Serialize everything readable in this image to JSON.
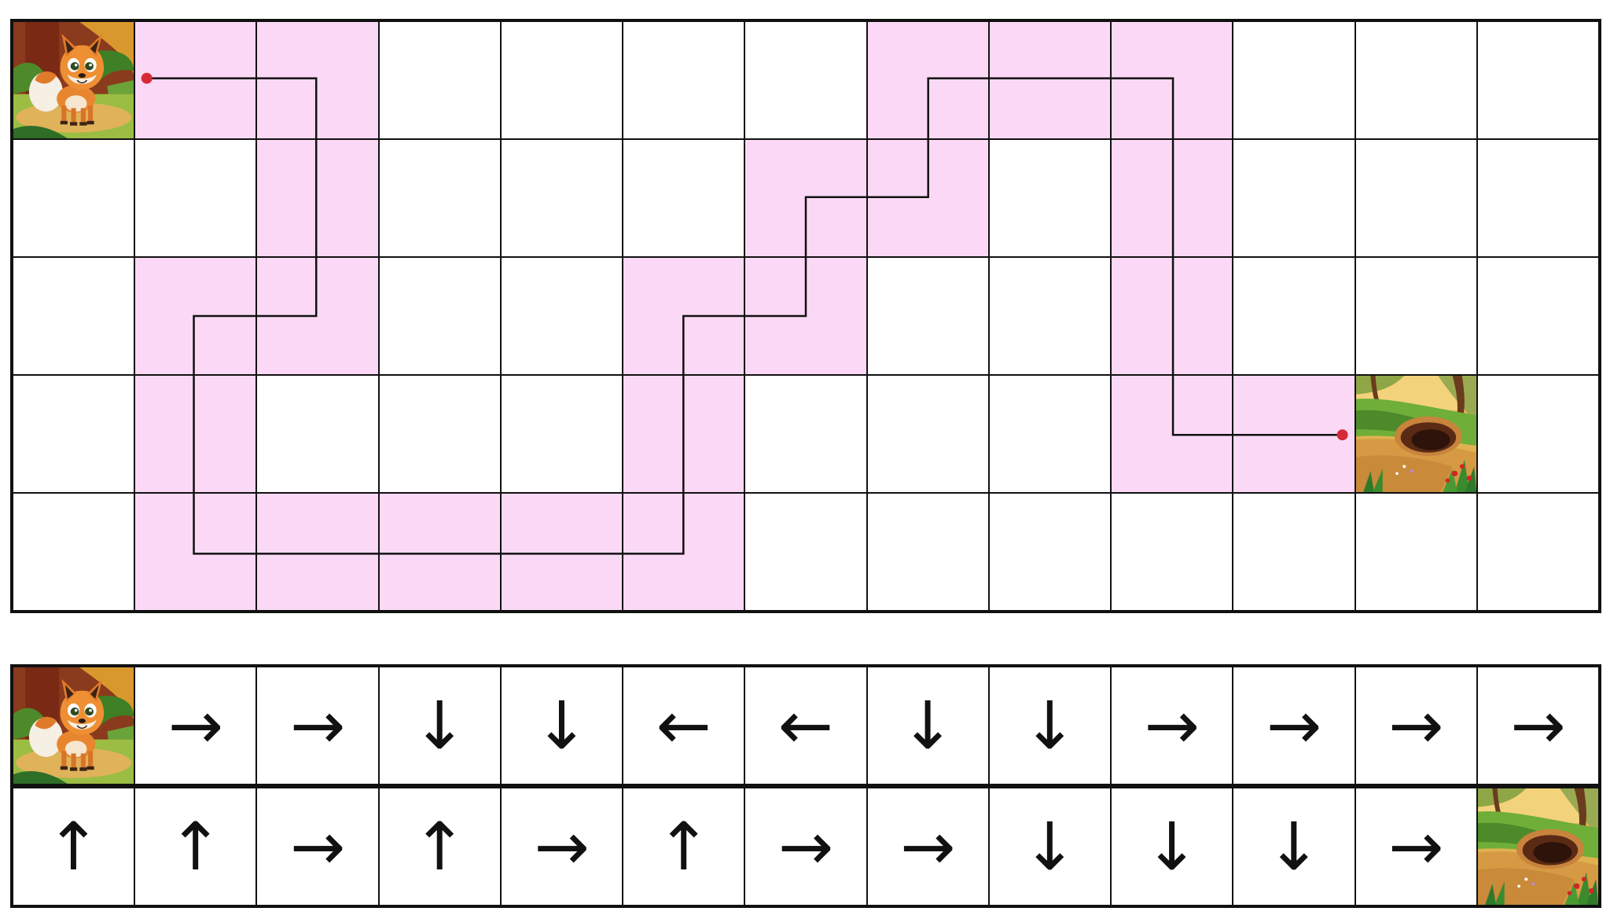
{
  "maze": {
    "cols": 13,
    "rows": 5,
    "start_cell": [
      0,
      0
    ],
    "goal_cell": [
      3,
      11
    ],
    "path": [
      [
        0,
        1
      ],
      [
        0,
        2
      ],
      [
        1,
        2
      ],
      [
        2,
        2
      ],
      [
        2,
        1
      ],
      [
        3,
        1
      ],
      [
        4,
        1
      ],
      [
        4,
        2
      ],
      [
        4,
        3
      ],
      [
        4,
        4
      ],
      [
        4,
        5
      ],
      [
        3,
        5
      ],
      [
        2,
        5
      ],
      [
        2,
        6
      ],
      [
        1,
        6
      ],
      [
        1,
        7
      ],
      [
        0,
        7
      ],
      [
        0,
        8
      ],
      [
        0,
        9
      ],
      [
        1,
        9
      ],
      [
        2,
        9
      ],
      [
        3,
        9
      ],
      [
        3,
        10
      ]
    ],
    "colors": {
      "path_highlight": "#fbd9f6",
      "route_line": "#111111",
      "endpoint_dot": "#d62a36",
      "grid_line": "#111111"
    },
    "start_image": "fox-character",
    "goal_image": "burrow-hole"
  },
  "answer_rows": [
    {
      "start_image": "fox-character",
      "arrows": [
        "→",
        "→",
        "↓",
        "↓",
        "←",
        "←",
        "↓",
        "↓",
        "→",
        "→",
        "→",
        "→"
      ]
    },
    {
      "arrows": [
        "↑",
        "↑",
        "→",
        "↑",
        "→",
        "↑",
        "→",
        "→",
        "↓",
        "↓",
        "↓",
        "→"
      ],
      "end_image": "burrow-hole"
    }
  ]
}
